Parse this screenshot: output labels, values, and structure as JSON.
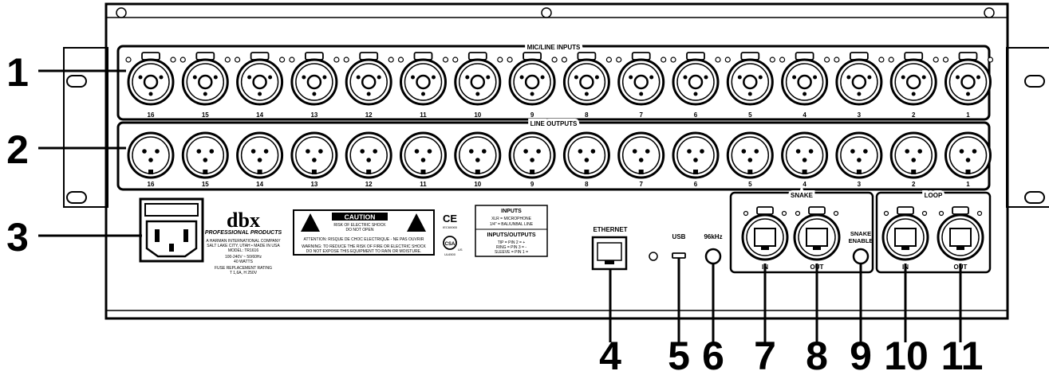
{
  "callouts": [
    "1",
    "2",
    "3",
    "4",
    "5",
    "6",
    "7",
    "8",
    "9",
    "10",
    "11"
  ],
  "mic_inputs": {
    "title": "MIC/LINE INPUTS",
    "channels": [
      "16",
      "15",
      "14",
      "13",
      "12",
      "11",
      "10",
      "9",
      "8",
      "7",
      "6",
      "5",
      "4",
      "3",
      "2",
      "1"
    ]
  },
  "line_outputs": {
    "title": "LINE OUTPUTS",
    "channels": [
      "16",
      "15",
      "14",
      "13",
      "12",
      "11",
      "10",
      "9",
      "8",
      "7",
      "6",
      "5",
      "4",
      "3",
      "2",
      "1"
    ]
  },
  "brand": {
    "logo": "dbx",
    "tagline": "PROFESSIONAL PRODUCTS",
    "company": "A HARMAN INTERNATIONAL COMPANY",
    "address": "SALT LAKE CITY, UTAH • MADE IN USA",
    "model": "MODEL: TR1616",
    "power1": "100-240V ~ 50/60Hz",
    "power2": "40 WATTS",
    "fuse1": "FUSE REPLACEMENT RATING",
    "fuse2": "T 1,6A, H 250V"
  },
  "caution": {
    "title": "CAUTION",
    "line1": "RISK OF ELECTRIC SHOCK",
    "line2": "DO NOT OPEN",
    "attention": "ATTENTION: RISQUE DE CHOC ELECTRIQUE - NE PAS OUVRIR",
    "warning1": "WARNING: TO REDUCE THE RISK OF FIRE OR ELECTRIC SHOCK",
    "warning2": "DO NOT EXPOSE THIS EQUIPMENT TO RAIN OR MOISTURE."
  },
  "cert": {
    "ce": "CE",
    "iec": "IEC60065",
    "csa": "CSA",
    "us": "US",
    "ul": "UL6500"
  },
  "io_spec": {
    "inputs_title": "INPUTS",
    "inputs_l1": "XLR = MICROPHONE",
    "inputs_l2": "1/4\" = BAL/UNBAL LINE",
    "io_title": "INPUTS/OUTPUTS",
    "io_l1": "TIP = PIN 2 = +",
    "io_l2": "RING = PIN 3 = -",
    "io_l3": "SLEEVE = PIN 1 ="
  },
  "ports": {
    "ethernet": "ETHERNET",
    "usb": "USB",
    "k96": "96kHz",
    "snake": "SNAKE",
    "loop": "LOOP",
    "snake_enable1": "SNAKE",
    "snake_enable2": "ENABLE",
    "in": "IN",
    "out": "OUT"
  }
}
